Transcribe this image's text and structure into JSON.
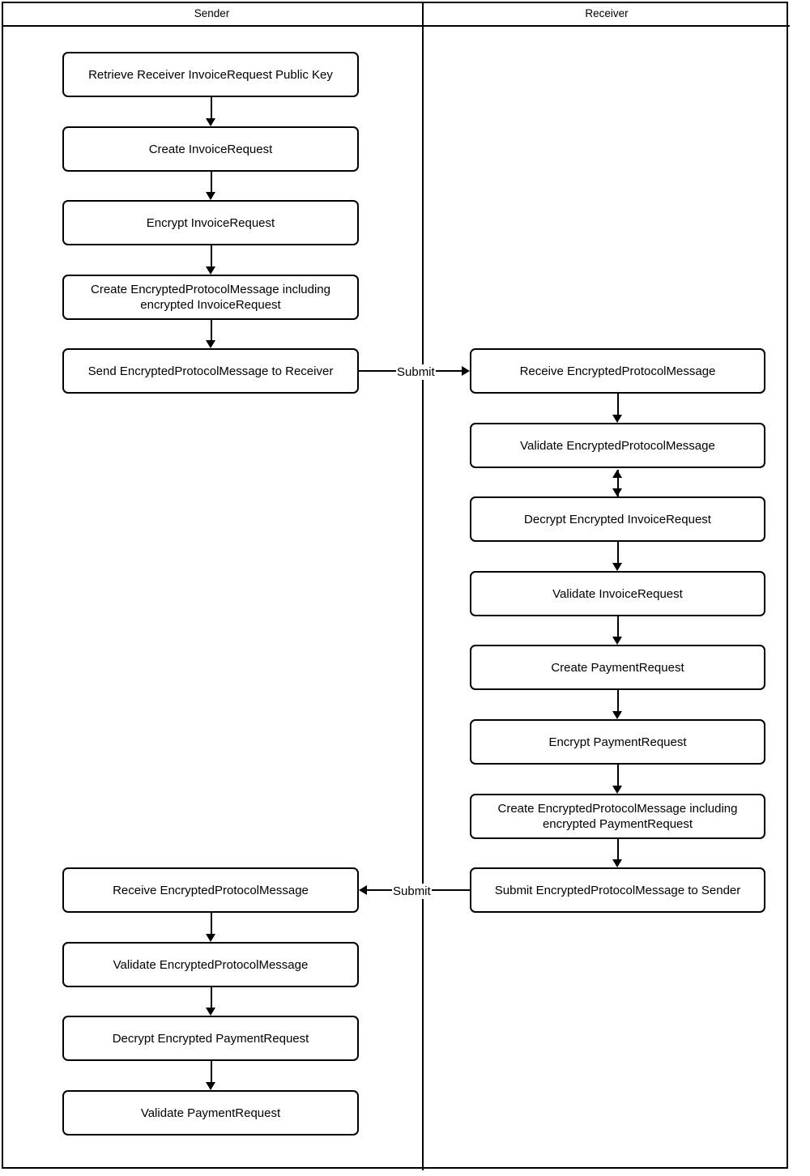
{
  "diagram": {
    "type": "swimlane-flowchart",
    "lanes": [
      {
        "id": "sender",
        "title": "Sender"
      },
      {
        "id": "receiver",
        "title": "Receiver"
      }
    ],
    "sender_nodes": [
      {
        "id": "s1",
        "label": "Retrieve Receiver InvoiceRequest Public Key"
      },
      {
        "id": "s2",
        "label": "Create InvoiceRequest"
      },
      {
        "id": "s3",
        "label": "Encrypt InvoiceRequest"
      },
      {
        "id": "s4",
        "label": "Create EncryptedProtocolMessage including encrypted InvoiceRequest"
      },
      {
        "id": "s5",
        "label": "Send EncryptedProtocolMessage to Receiver"
      },
      {
        "id": "s6",
        "label": "Receive EncryptedProtocolMessage"
      },
      {
        "id": "s7",
        "label": "Validate EncryptedProtocolMessage"
      },
      {
        "id": "s8",
        "label": "Decrypt Encrypted PaymentRequest"
      },
      {
        "id": "s9",
        "label": "Validate PaymentRequest"
      }
    ],
    "receiver_nodes": [
      {
        "id": "r1",
        "label": "Receive EncryptedProtocolMessage"
      },
      {
        "id": "r2",
        "label": "Validate EncryptedProtocolMessage"
      },
      {
        "id": "r3",
        "label": "Decrypt Encrypted InvoiceRequest"
      },
      {
        "id": "r4",
        "label": "Validate InvoiceRequest"
      },
      {
        "id": "r5",
        "label": "Create PaymentRequest"
      },
      {
        "id": "r6",
        "label": "Encrypt PaymentRequest"
      },
      {
        "id": "r7",
        "label": "Create EncryptedProtocolMessage including encrypted PaymentRequest"
      },
      {
        "id": "r8",
        "label": "Submit EncryptedProtocolMessage to Sender"
      }
    ],
    "cross_lane_edges": [
      {
        "id": "e-submit-to-receiver",
        "label": "Submit",
        "from": "s5",
        "to": "r1",
        "direction": "right"
      },
      {
        "id": "e-submit-to-sender",
        "label": "Submit",
        "from": "r8",
        "to": "s6",
        "direction": "left"
      }
    ],
    "colors": {
      "stroke": "#000000",
      "fill": "#ffffff",
      "text": "#000000"
    }
  }
}
